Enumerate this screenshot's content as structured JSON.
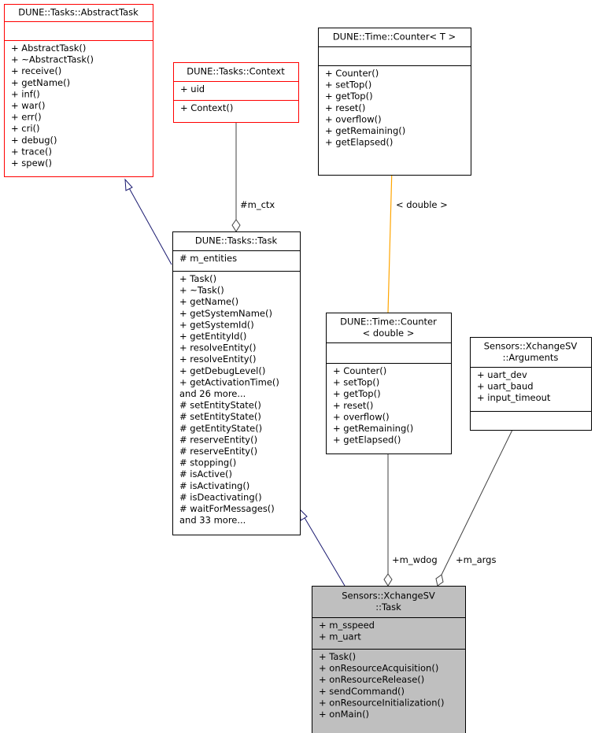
{
  "classes": {
    "abstract_task": {
      "title": [
        "DUNE::Tasks::AbstractTask"
      ],
      "attributes": [],
      "methods": [
        "+ AbstractTask()",
        "+ ~AbstractTask()",
        "+ receive()",
        "+ getName()",
        "+ inf()",
        "+ war()",
        "+ err()",
        "+ cri()",
        "+ debug()",
        "+ trace()",
        "+ spew()"
      ],
      "border": "#ff0000",
      "fill": "#ffffff"
    },
    "context": {
      "title": [
        "DUNE::Tasks::Context"
      ],
      "attributes": [
        "+ uid"
      ],
      "methods": [
        "+ Context()"
      ],
      "border": "#ff0000",
      "fill": "#ffffff"
    },
    "counter_t": {
      "title": [
        "DUNE::Time::Counter< T >"
      ],
      "attributes": [],
      "methods": [
        "+ Counter()",
        "+ setTop()",
        "+ getTop()",
        "+ reset()",
        "+ overflow()",
        "+ getRemaining()",
        "+ getElapsed()"
      ],
      "border": "#000000",
      "fill": "#ffffff"
    },
    "task": {
      "title": [
        "DUNE::Tasks::Task"
      ],
      "attributes": [
        "# m_entities"
      ],
      "methods": [
        "+ Task()",
        "+ ~Task()",
        "+ getName()",
        "+ getSystemName()",
        "+ getSystemId()",
        "+ getEntityId()",
        "+ resolveEntity()",
        "+ resolveEntity()",
        "+ getDebugLevel()",
        "+ getActivationTime()",
        "and 26 more...",
        "# setEntityState()",
        "# setEntityState()",
        "# getEntityState()",
        "# reserveEntity()",
        "# reserveEntity()",
        "# stopping()",
        "# isActive()",
        "# isActivating()",
        "# isDeactivating()",
        "# waitForMessages()",
        "and 33 more..."
      ],
      "border": "#000000",
      "fill": "#ffffff"
    },
    "counter_double": {
      "title": [
        "DUNE::Time::Counter",
        "< double >"
      ],
      "attributes": [],
      "methods": [
        "+ Counter()",
        "+ setTop()",
        "+ getTop()",
        "+ reset()",
        "+ overflow()",
        "+ getRemaining()",
        "+ getElapsed()"
      ],
      "border": "#000000",
      "fill": "#ffffff"
    },
    "arguments": {
      "title": [
        "Sensors::XchangeSV",
        "::Arguments"
      ],
      "attributes": [
        "+ uart_dev",
        "+ uart_baud",
        "+ input_timeout"
      ],
      "methods": [],
      "border": "#000000",
      "fill": "#ffffff"
    },
    "sv_task": {
      "title": [
        "Sensors::XchangeSV",
        "::Task"
      ],
      "attributes": [
        "+ m_sspeed",
        "+ m_uart"
      ],
      "methods": [
        "+ Task()",
        "+ onResourceAcquisition()",
        "+ onResourceRelease()",
        "+ sendCommand()",
        "+ onResourceInitialization()",
        "+ onMain()"
      ],
      "border": "#000000",
      "fill": "#bfbfbf"
    }
  },
  "edges": {
    "ctx_label": "#m_ctx",
    "template_label": "< double >",
    "wdog_label": "+m_wdog",
    "args_label": "+m_args"
  },
  "colors": {
    "inheritance": "#191970",
    "template": "#ffa500",
    "aggregation": "#404040"
  }
}
